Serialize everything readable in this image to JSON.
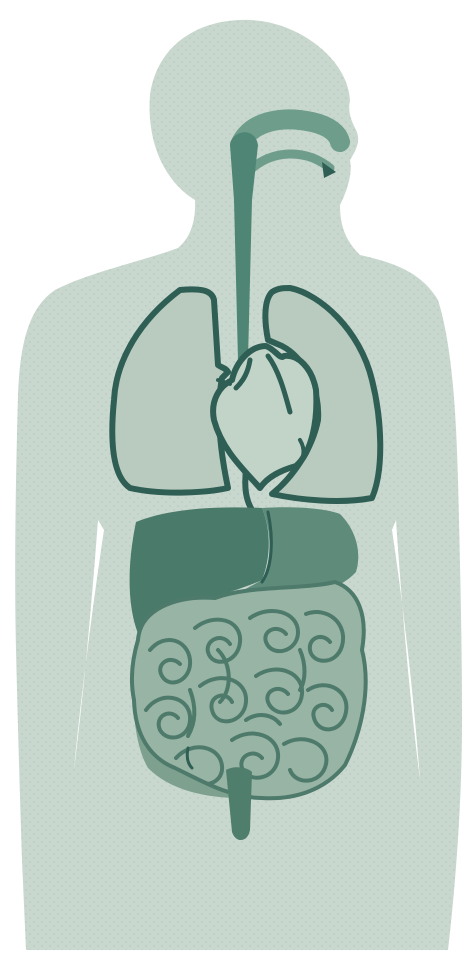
{
  "colors": {
    "background": "#ffffff",
    "body": "#c9d8cf",
    "body_dots": "#b9cbbf",
    "outline": "#2f5e54",
    "lung_fill": "#b8cbbe",
    "heart_fill": "#c2d4c8",
    "trachea": "#4f8574",
    "airway": "#6e9d8c",
    "liver": "#4a7a69",
    "stomach": "#5f8b7b",
    "intestine_fill": "#98b4a5",
    "intestine_line": "#4e7a6b",
    "colon": "#7ea08f",
    "rectum": "#4f7e6d"
  },
  "organs": [
    {
      "id": "airway",
      "icon": "airway-icon"
    },
    {
      "id": "trachea",
      "icon": "trachea-icon"
    },
    {
      "id": "left-lung",
      "icon": "lung-icon"
    },
    {
      "id": "right-lung",
      "icon": "lung-icon"
    },
    {
      "id": "heart",
      "icon": "heart-icon"
    },
    {
      "id": "esophagus",
      "icon": "esophagus-icon"
    },
    {
      "id": "liver",
      "icon": "liver-icon"
    },
    {
      "id": "stomach",
      "icon": "stomach-icon"
    },
    {
      "id": "small-intestine",
      "icon": "intestine-icon"
    },
    {
      "id": "large-intestine",
      "icon": "colon-icon"
    },
    {
      "id": "rectum",
      "icon": "rectum-icon"
    }
  ]
}
